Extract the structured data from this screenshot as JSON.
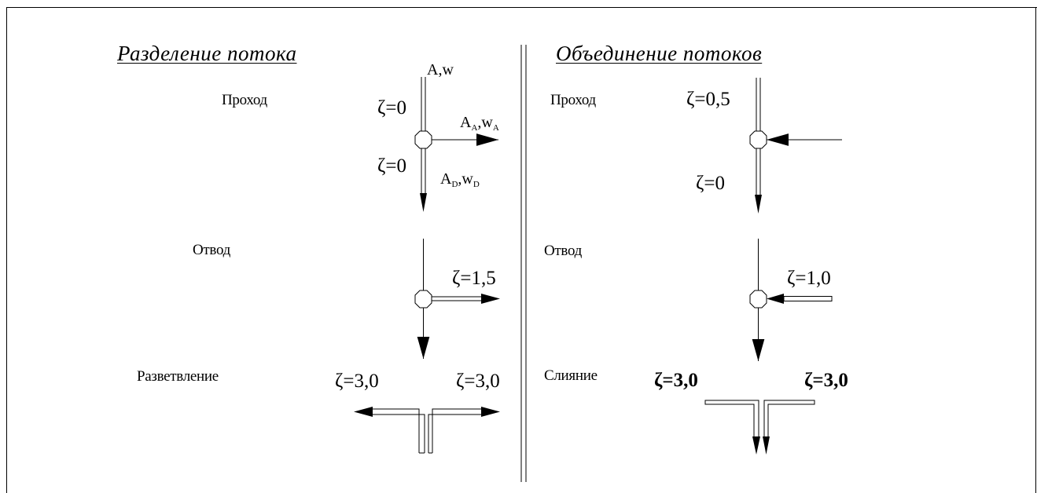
{
  "split": {
    "heading": "Разделение потока",
    "pass": {
      "label": "Проход",
      "zeta_top": "ζ=0",
      "zeta_bottom": "ζ=0",
      "inlet_label": "A,w",
      "branch_label": {
        "main": "A",
        "sub1": "A",
        "mid": ",w",
        "sub2": "A"
      },
      "outlet_label": {
        "main": "A",
        "sub1": "D",
        "mid": ",w",
        "sub2": "D"
      }
    },
    "branch": {
      "label": "Отвод",
      "zeta": "ζ=1,5"
    },
    "fork": {
      "label": "Разветвление",
      "zeta_left": "ζ=3,0",
      "zeta_right": "ζ=3,0"
    }
  },
  "merge": {
    "heading": "Объединение потоков",
    "pass": {
      "label": "Проход",
      "zeta_top": "ζ=0,5",
      "zeta_bottom": "ζ=0"
    },
    "branch": {
      "label": "Отвод",
      "zeta": "ζ=1,0"
    },
    "join": {
      "label": "Слияние",
      "zeta_left": "ζ=3,0",
      "zeta_right": "ζ=3,0"
    }
  }
}
